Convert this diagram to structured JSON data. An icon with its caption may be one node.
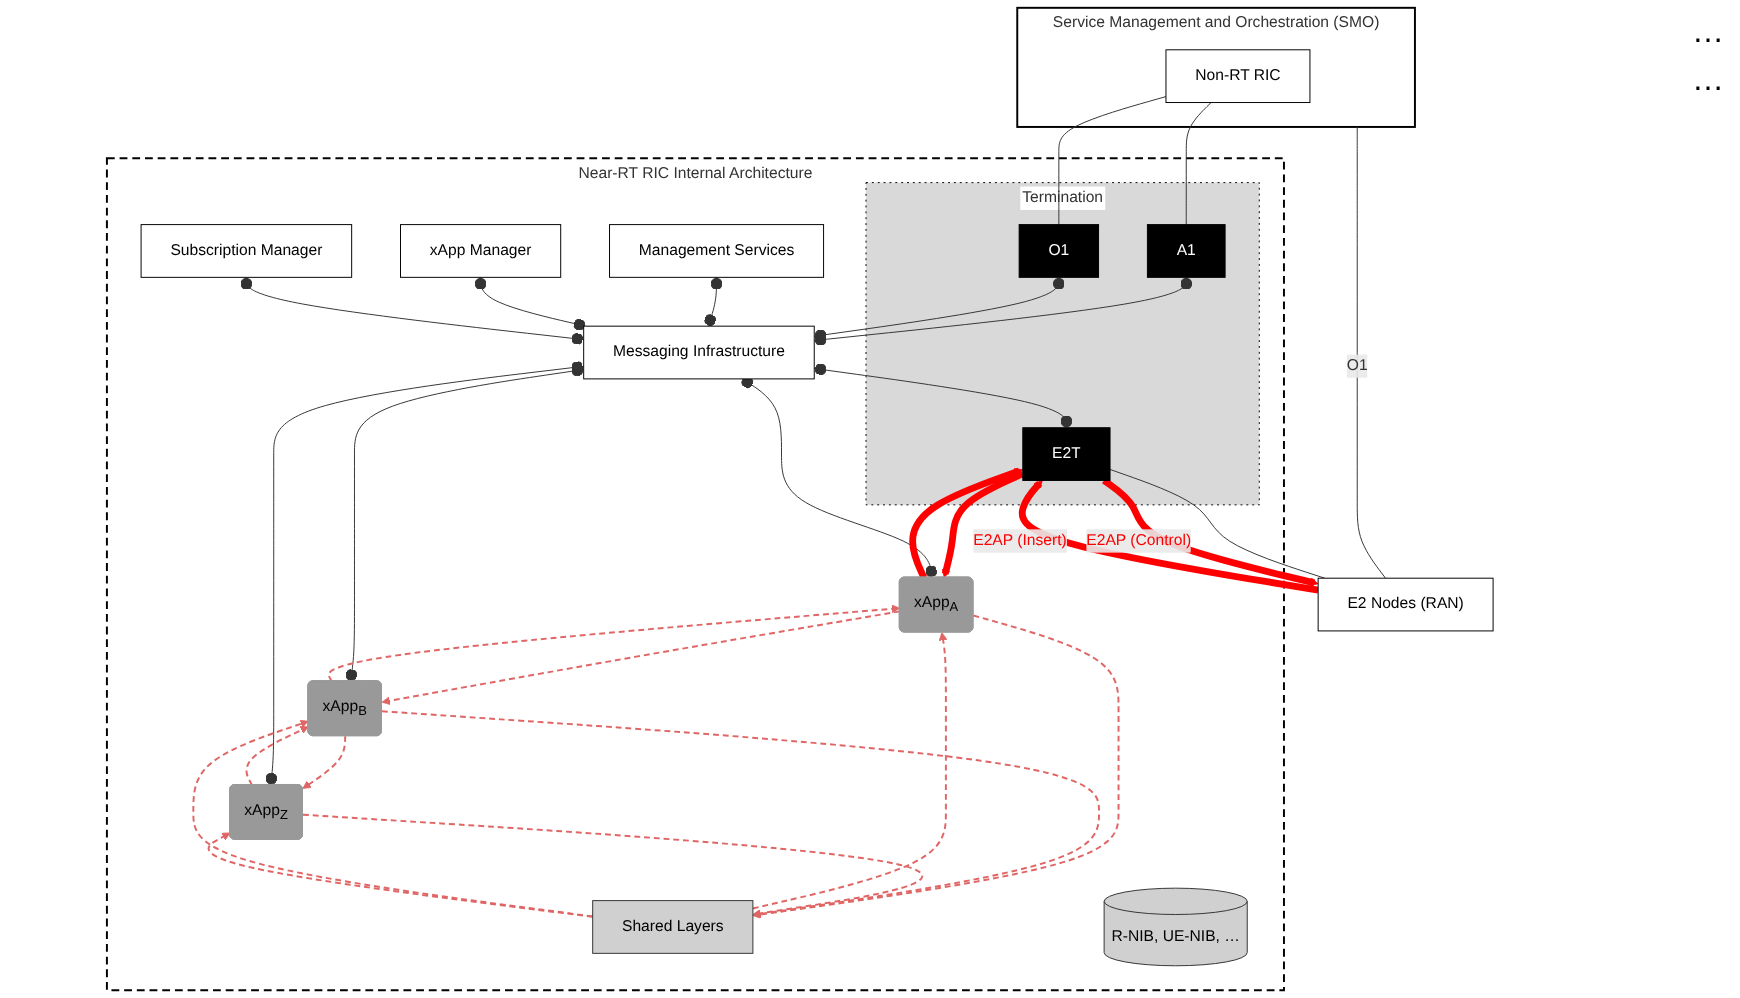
{
  "diagram": {
    "nodes": [
      {
        "text": [
          "Service Management and Orchestration (SMO)"
        ]
      },
      {
        "text": [
          "Non-RT RIC"
        ],
        "in": 0
      },
      {
        "text": [
          "Near-RT RIC Internal Architecture"
        ]
      },
      {
        "text": [
          "Management Services"
        ],
        "in": 2
      },
      {
        "text": [
          "xApp Manager"
        ],
        "in": 2
      },
      {
        "text": [
          "Subscription Manager"
        ],
        "in": 2
      },
      {
        "text": [
          "Termination"
        ],
        "in": 2
      },
      {
        "text": [
          "A1"
        ],
        "in": 6
      },
      {
        "text": [
          "O1"
        ],
        "in": 6
      },
      {
        "text": [
          "E2T"
        ],
        "in": 6
      },
      {
        "text": [
          "xApp$_{A}$"
        ],
        "in": 2
      },
      {
        "text": [
          "xApp$_{B}$"
        ],
        "in": 2
      },
      {
        "text": [
          "xApp$_{Z}$"
        ],
        "in": 2
      },
      {
        "text": [
          "Messaging Infrastructure"
        ],
        "in": 2
      },
      {
        "text": [
          "Shared Layers"
        ],
        "in": 2
      },
      {
        "text": [
          "R-NIB, UE-NIB, …"
        ],
        "in": 2
      },
      {
        "text": [
          "E2 Nodes (RAN)"
        ]
      }
    ],
    "edges": [
      {
        "from": 0,
        "to": 16,
        "arrow": "none",
        "label": "O1"
      },
      {
        "from": 1,
        "to": 7,
        "arrow": "none"
      },
      {
        "from": 1,
        "to": 8,
        "arrow": "none"
      },
      {
        "from": 3,
        "to": 13,
        "arrow": "other"
      },
      {
        "from": 4,
        "to": 13,
        "arrow": "other"
      },
      {
        "from": 5,
        "to": 13,
        "arrow": "other"
      },
      {
        "from": 7,
        "to": 13,
        "arrow": "other"
      },
      {
        "from": 8,
        "to": 13,
        "arrow": "other"
      },
      {
        "from": 10,
        "to": 13,
        "arrow": "other"
      },
      {
        "from": 11,
        "to": 13,
        "arrow": "other"
      },
      {
        "from": 12,
        "to": 13,
        "arrow": "other"
      },
      {
        "from": 13,
        "to": 9,
        "arrow": "other"
      },
      {
        "from": 10,
        "to": 9,
        "arrow": "to",
        "style": "thick",
        "color": "#ff0000"
      },
      {
        "from": 9,
        "to": 10,
        "arrow": "to",
        "style": "thick",
        "color": "#ff0000"
      },
      {
        "from": 9,
        "to": 16,
        "arrow": "none"
      },
      {
        "from": 16,
        "to": 9,
        "arrow": "to",
        "label": "E2AP (Insert)",
        "style": "thick",
        "color": "#ff0000"
      },
      {
        "from": 9,
        "to": 16,
        "arrow": "to",
        "label": "E2AP (Control)",
        "style": "thick",
        "color": "#ff0000"
      },
      {
        "from": 10,
        "to": 11,
        "arrow": "to",
        "style": "dashed",
        "color": "#e06666"
      },
      {
        "from": 11,
        "to": 12,
        "arrow": "to",
        "style": "dashed",
        "color": "#e06666"
      },
      {
        "from": 11,
        "to": 10,
        "arrow": "to",
        "style": "dashed",
        "color": "#e06666"
      },
      {
        "from": 12,
        "to": 11,
        "arrow": "to",
        "style": "dashed",
        "color": "#e06666"
      },
      {
        "from": 10,
        "to": 14,
        "arrow": "to",
        "style": "dashed",
        "color": "#e06666"
      },
      {
        "from": 14,
        "to": 10,
        "arrow": "to",
        "style": "dashed",
        "color": "#e06666"
      },
      {
        "from": 11,
        "to": 14,
        "arrow": "to",
        "style": "dashed",
        "color": "#e06666"
      },
      {
        "from": 14,
        "to": 11,
        "arrow": "to",
        "style": "dashed",
        "color": "#e06666"
      },
      {
        "from": 12,
        "to": 14,
        "arrow": "to",
        "style": "dashed",
        "color": "#e06666"
      },
      {
        "from": 14,
        "to": 12,
        "arrow": "to",
        "style": "dashed",
        "color": "#e06666"
      }
    ],
    "labels": [
      "…",
      "…"
    ]
  }
}
